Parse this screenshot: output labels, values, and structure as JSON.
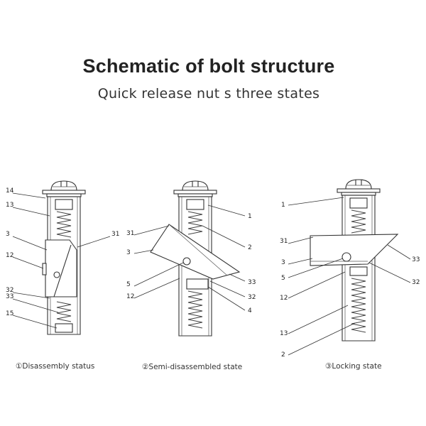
{
  "title": "Schematic of bolt structure",
  "subtitle": "Quick release nut s three states",
  "panels": [
    {
      "caption": "①Disassembly status",
      "labels": [
        "14",
        "13",
        "3",
        "12",
        "32",
        "33",
        "15",
        "31"
      ]
    },
    {
      "caption": "②Semi-disassembled state",
      "labels": [
        "31",
        "3",
        "5",
        "12",
        "1",
        "2",
        "33",
        "32",
        "4"
      ]
    },
    {
      "caption": "③Locking state",
      "labels": [
        "1",
        "31",
        "3",
        "5",
        "12",
        "13",
        "2",
        "33",
        "32"
      ]
    }
  ]
}
